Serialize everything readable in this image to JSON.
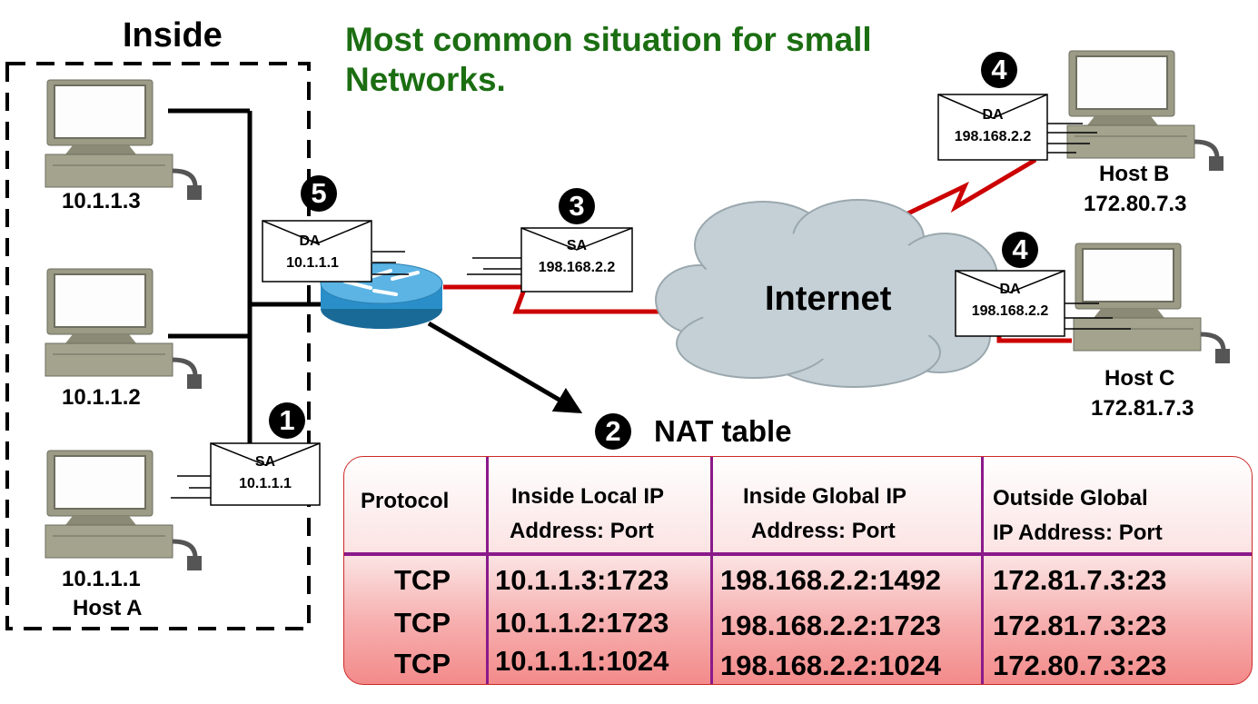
{
  "title": {
    "line1": "Most common situation for small",
    "line2": "Networks."
  },
  "inside_label": "Inside",
  "internet_label": "Internet",
  "hosts": {
    "h3": "10.1.1.3",
    "h2": "10.1.1.2",
    "ha_ip": "10.1.1.1",
    "ha_name": "Host A",
    "hb_name": "Host B",
    "hb_ip": "172.80.7.3",
    "hc_name": "Host C",
    "hc_ip": "172.81.7.3"
  },
  "steps": {
    "s1": "1",
    "s2": "2",
    "s3": "3",
    "s4a": "4",
    "s4b": "4",
    "s5": "5"
  },
  "envelopes": {
    "e1": {
      "label": "SA",
      "ip": "10.1.1.1"
    },
    "e3": {
      "label": "SA",
      "ip": "198.168.2.2"
    },
    "e4b": {
      "label": "DA",
      "ip": "198.168.2.2"
    },
    "e4c": {
      "label": "DA",
      "ip": "198.168.2.2"
    },
    "e5": {
      "label": "DA",
      "ip": "10.1.1.1"
    }
  },
  "nat_table": {
    "title": "NAT table",
    "headers": {
      "protocol": "Protocol",
      "ilocal_1": "Inside Local IP",
      "ilocal_2": "Address: Port",
      "iglobal_1": "Inside Global IP",
      "iglobal_2": "Address: Port",
      "oglobal_1": "Outside Global",
      "oglobal_2": "IP Address: Port"
    },
    "rows": [
      [
        "TCP",
        "10.1.1.3:1723",
        "198.168.2.2:1492",
        "172.81.7.3:23"
      ],
      [
        "TCP",
        "10.1.1.2:1723",
        "198.168.2.2:1723",
        "172.81.7.3:23"
      ],
      [
        "TCP",
        "10.1.1.1:1024",
        "198.168.2.2:1024",
        "172.80.7.3:23"
      ]
    ]
  },
  "colors": {
    "title_green": "#1b6e12",
    "wan_link": "#cc0000",
    "table_border": "#cc2a2a",
    "table_grid": "#8a1a8a",
    "router": "#2a8fc9",
    "cloud": "#c4d0d6"
  }
}
